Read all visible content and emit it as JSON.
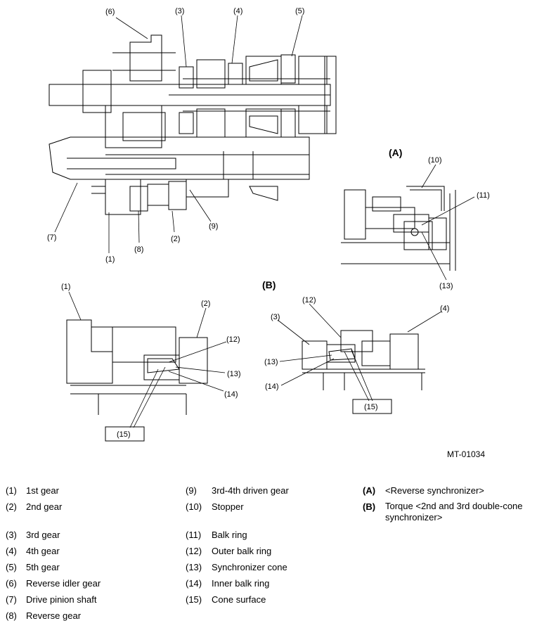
{
  "figure_code": "MT-01034",
  "sections": {
    "a": "(A)",
    "b": "(B)"
  },
  "callouts": {
    "top": [
      "(1)",
      "(2)",
      "(3)",
      "(4)",
      "(5)",
      "(6)",
      "(7)",
      "(8)",
      "(9)"
    ],
    "a": [
      "(10)",
      "(11)",
      "(13)"
    ],
    "left": [
      "(1)",
      "(2)",
      "(12)",
      "(13)",
      "(14)",
      "(15)"
    ],
    "b": [
      "(12)",
      "(3)",
      "(4)",
      "(13)",
      "(14)",
      "(15)"
    ]
  },
  "legend": {
    "col1": [
      {
        "num": "(1)",
        "text": "1st gear"
      },
      {
        "num": "(2)",
        "text": "2nd gear"
      },
      {
        "num": "(3)",
        "text": "3rd gear"
      },
      {
        "num": "(4)",
        "text": "4th gear"
      },
      {
        "num": "(5)",
        "text": "5th gear"
      },
      {
        "num": "(6)",
        "text": "Reverse idler gear"
      },
      {
        "num": "(7)",
        "text": "Drive pinion shaft"
      },
      {
        "num": "(8)",
        "text": "Reverse gear"
      }
    ],
    "col2": [
      {
        "num": "(9)",
        "text": "3rd-4th driven gear"
      },
      {
        "num": "(10)",
        "text": "Stopper"
      },
      {
        "num": "(11)",
        "text": "Balk ring"
      },
      {
        "num": "(12)",
        "text": "Outer balk ring"
      },
      {
        "num": "(13)",
        "text": "Synchronizer cone"
      },
      {
        "num": "(14)",
        "text": "Inner balk ring"
      },
      {
        "num": "(15)",
        "text": "Cone surface"
      }
    ],
    "col3": [
      {
        "num": "(A)",
        "text": "<Reverse synchronizer>"
      },
      {
        "num": "(B)",
        "text": "Torque <2nd and 3rd double-cone synchronizer>",
        "line1": "Torque <2nd and 3rd double-cone",
        "line2": "synchronizer>"
      }
    ]
  }
}
